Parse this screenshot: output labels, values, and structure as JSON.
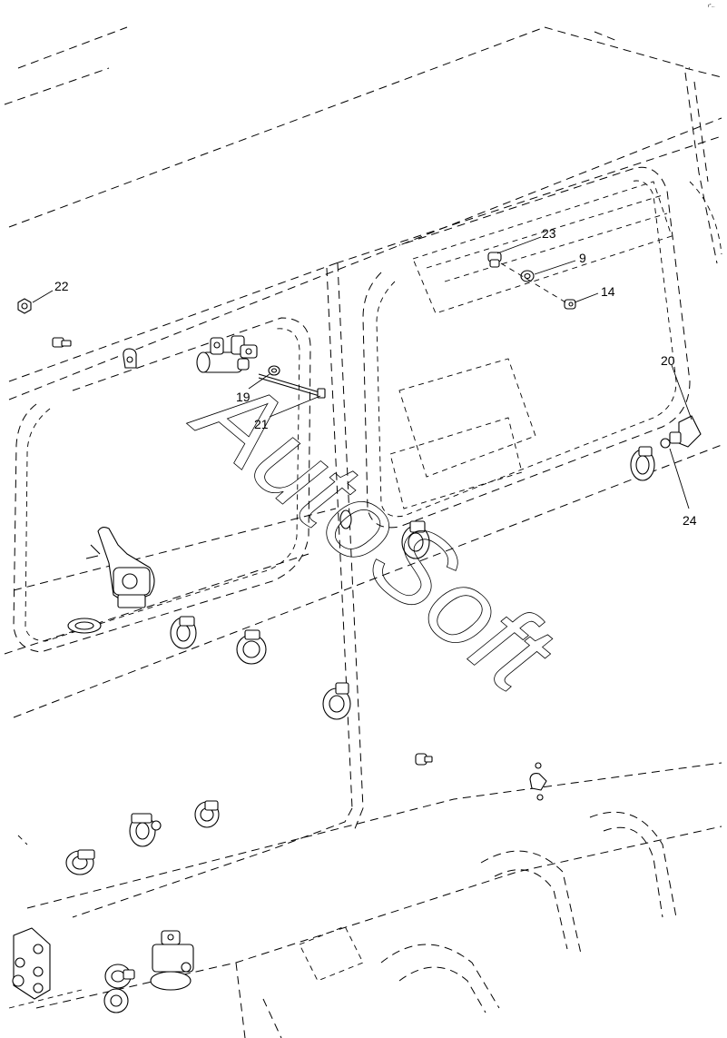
{
  "diagram": {
    "corner_mark": "r\"...",
    "watermark": "AutoSoft",
    "callouts": [
      {
        "id": "c22",
        "label": "22"
      },
      {
        "id": "c23",
        "label": "23"
      },
      {
        "id": "c9",
        "label": "9"
      },
      {
        "id": "c14",
        "label": "14"
      },
      {
        "id": "c19",
        "label": "19"
      },
      {
        "id": "c21",
        "label": "21"
      },
      {
        "id": "c20",
        "label": "20"
      },
      {
        "id": "c24",
        "label": "24"
      }
    ]
  }
}
